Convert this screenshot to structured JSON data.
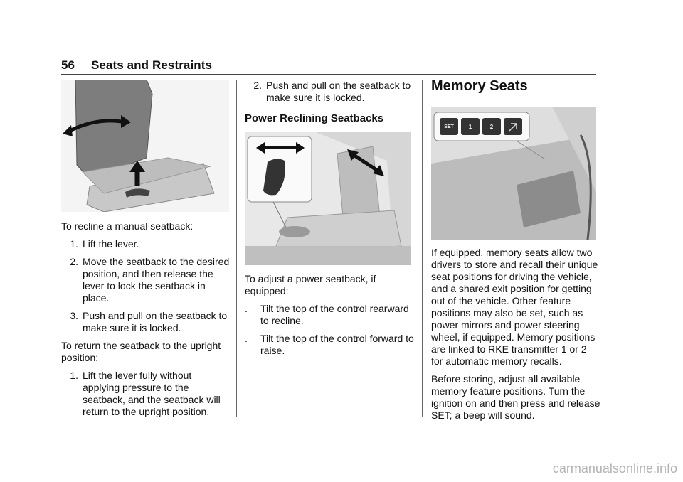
{
  "header": {
    "page_number": "56",
    "section_title": "Seats and Restraints"
  },
  "col1": {
    "intro": "To recline a manual seatback:",
    "steps": [
      {
        "n": "1.",
        "text": "Lift the lever."
      },
      {
        "n": "2.",
        "text": "Move the seatback to the desired position, and then release the lever to lock the seatback in place."
      },
      {
        "n": "3.",
        "text": "Push and pull on the seatback to make sure it is locked."
      }
    ],
    "return_intro": "To return the seatback to the upright position:",
    "return_steps": [
      {
        "n": "1.",
        "text": "Lift the lever fully without applying pressure to the seatback, and the seatback will return to the upright position."
      }
    ]
  },
  "col2": {
    "continued_step": {
      "n": "2.",
      "text": "Push and pull on the seatback to make sure it is locked."
    },
    "heading": "Power Reclining Seatbacks",
    "intro": "To adjust a power seatback, if equipped:",
    "bullets": [
      {
        "b": ".",
        "text": "Tilt the top of the control rearward to recline."
      },
      {
        "b": ".",
        "text": "Tilt the top of the control forward to raise."
      }
    ]
  },
  "col3": {
    "heading": "Memory Seats",
    "p1": "If equipped, memory seats allow two drivers to store and recall their unique seat positions for driving the vehicle, and a shared exit position for getting out of the vehicle. Other feature positions may also be set, such as power mirrors and power steering wheel, if equipped. Memory positions are linked to RKE transmitter 1 or 2 for automatic memory recalls.",
    "p2": "Before storing, adjust all available memory feature positions. Turn the ignition on and then press and release SET; a beep will sound.",
    "memory_buttons": [
      "SET",
      "1",
      "2"
    ]
  },
  "footer": {
    "watermark": "carmanualsonline.info"
  },
  "colors": {
    "figure_bg": "#f2f2f2",
    "seat_gray": "#8a8a8a",
    "arrow": "#222222"
  }
}
